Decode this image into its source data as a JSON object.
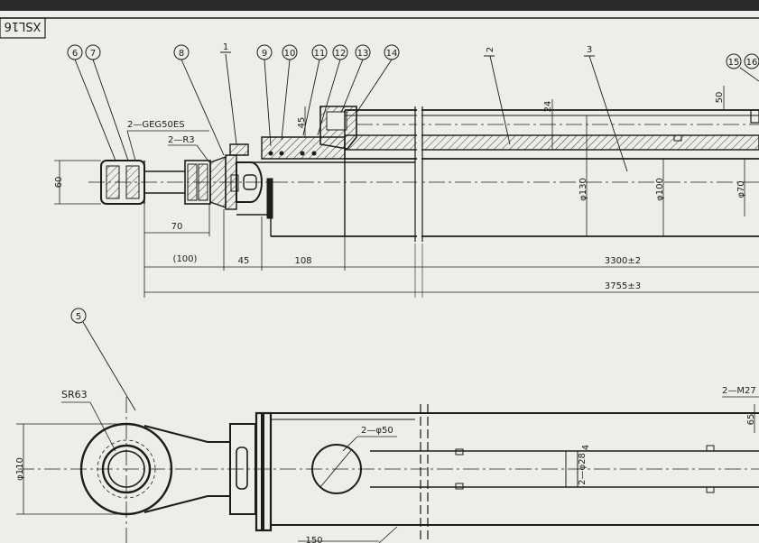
{
  "title_block": {
    "code": "XSL16"
  },
  "balloons": [
    "6",
    "7",
    "8",
    "1",
    "9",
    "10",
    "11",
    "12",
    "13",
    "14",
    "2",
    "3",
    "15",
    "16",
    "5"
  ],
  "callouts": {
    "bearing": "2—GEG50ES",
    "radius": "2—R3",
    "sphere": "SR63",
    "hole": "2—φ50",
    "thread": "2—M27",
    "holes_small": "2—φ28"
  },
  "dimensions": {
    "width_tol": "60",
    "d45_vert": "45",
    "d24": "24",
    "d50": "50",
    "phi130": "φ130",
    "phi100": "φ100",
    "phi70": "φ70",
    "d70": "70",
    "d100": "(100)",
    "d45": "45",
    "d108": "108",
    "d3300": "3300±2",
    "d3755": "3755±3",
    "phi110": "φ110",
    "d65": "65",
    "d4": "4",
    "d150": "150"
  },
  "colors": {
    "paper": "#e9e8e3",
    "ink": "#1c1c1c",
    "hatch": "#3a3a3a"
  }
}
